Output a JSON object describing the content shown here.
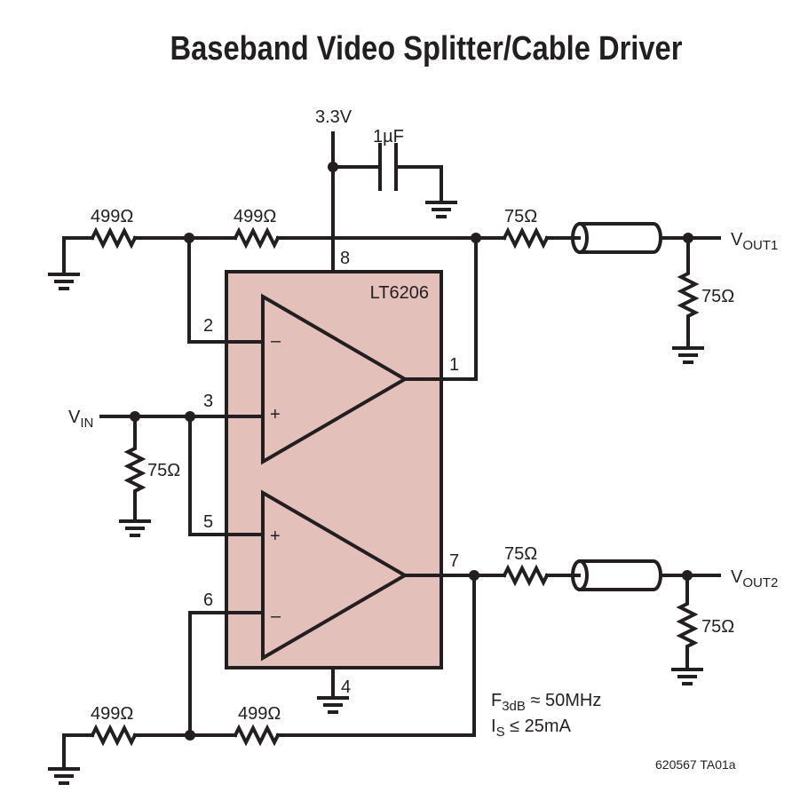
{
  "title": "Baseband Video Splitter/Cable Driver",
  "colors": {
    "ink": "#231f20",
    "ic_fill": "#e3c0ba",
    "background": "#ffffff"
  },
  "ic": {
    "part_number": "LT6206",
    "pins": {
      "out_a": "1",
      "inn_a": "2",
      "inp_a": "3",
      "gnd": "4",
      "inp_b": "5",
      "inn_b": "6",
      "out_b": "7",
      "vcc": "8"
    },
    "amp_a": {
      "inverting_symbol": "–",
      "noninverting_symbol": "+"
    },
    "amp_b": {
      "inverting_symbol": "–",
      "noninverting_symbol": "+"
    }
  },
  "supply": {
    "voltage": "3.3V",
    "bypass_cap": "1µF"
  },
  "resistors": {
    "r_gnd_top": "499Ω",
    "r_fb_top": "499Ω",
    "r_series_out1": "75Ω",
    "r_term_out1": "75Ω",
    "r_term_in": "75Ω",
    "r_series_out2": "75Ω",
    "r_term_out2": "75Ω",
    "r_gnd_bottom": "499Ω",
    "r_fb_bottom": "499Ω"
  },
  "ports": {
    "vin": {
      "main": "V",
      "sub": "IN"
    },
    "vout1": {
      "main": "V",
      "sub": "OUT1"
    },
    "vout2": {
      "main": "V",
      "sub": "OUT2"
    }
  },
  "specs": {
    "f3db": {
      "main": "F",
      "sub": "3dB",
      "rest": " ≈ 50MHz"
    },
    "is": {
      "main": "I",
      "sub": "S",
      "rest": " ≤ 25mA"
    }
  },
  "figure_id": "620567 TA01a"
}
